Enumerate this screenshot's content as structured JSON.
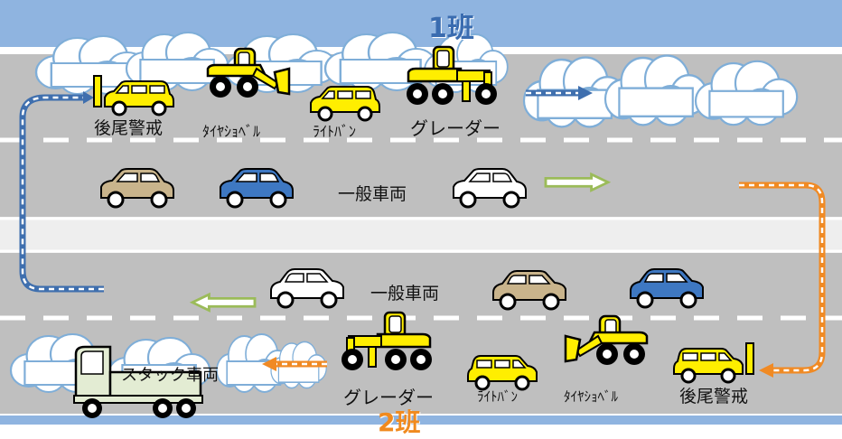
{
  "upper_team": {
    "label": "1班",
    "vehicles": {
      "rear_guard": "後尾警戒",
      "tire_shovel": "ﾀｲﾔｼｮﾍﾞﾙ",
      "light_van": "ﾗｲﾄﾊﾞﾝ",
      "grader": "グレーダー"
    }
  },
  "upper_general_label": "一般車両",
  "lower_general_label": "一般車両",
  "lower_team": {
    "label": "2班",
    "vehicles": {
      "stuck_vehicle": "スタック車両",
      "grader": "グレーダー",
      "light_van": "ﾗｲﾄﾊﾞﾝ",
      "tire_shovel": "ﾀｲﾔｼｮﾍﾞﾙ",
      "rear_guard": "後尾警戒"
    }
  },
  "colors": {
    "header_band": "#8fb4e0",
    "road": "#bfbfbf",
    "lane_line": "#ffffff",
    "median": "#eeeeee",
    "snow": "#ffffff",
    "machine_yellow": "#ffee00",
    "blue_arrow": "#3f6fae",
    "orange_arrow": "#f08a24",
    "green_arrow": "#9bbb59",
    "team1_text": "#3a6cb0",
    "team2_text": "#f08a1e",
    "tan_car": "#c9b48c",
    "blue_car": "#3e78c2",
    "white_car": "#ffffff",
    "truck_body": "#e3ecd3"
  },
  "icons": [
    "snow-cloud-icon",
    "tire-shovel-icon",
    "grader-icon",
    "light-van-icon",
    "sedan-icon",
    "truck-icon",
    "direction-arrow-icon"
  ]
}
